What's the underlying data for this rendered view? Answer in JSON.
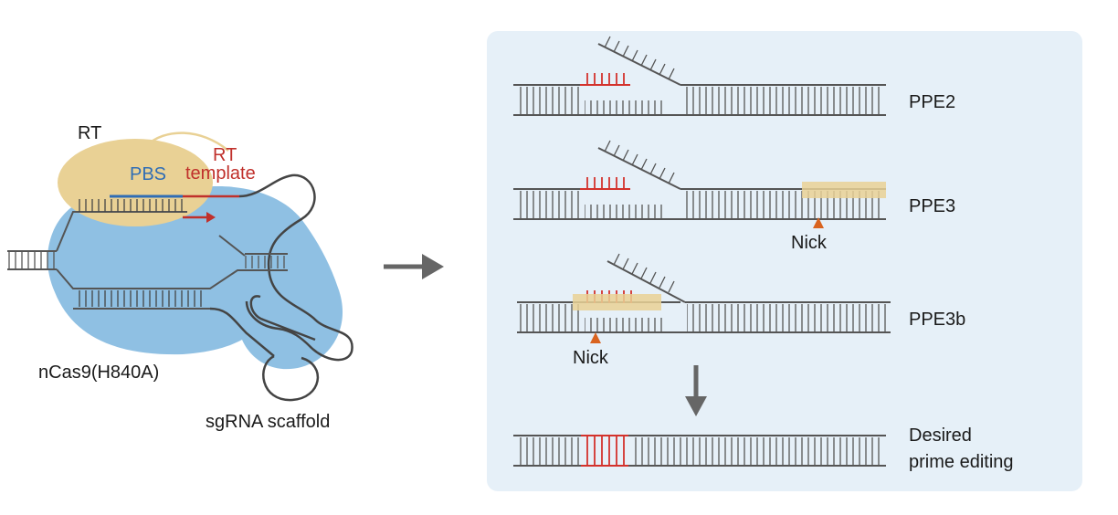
{
  "left_panel": {
    "rt_label": "RT",
    "pbs_label": "PBS",
    "rt_template_line1": "RT",
    "rt_template_line2": "template",
    "ncas9_label": "nCas9(H840A)",
    "sgrna_label": "sgRNA scaffold"
  },
  "right_panel": {
    "rows": [
      {
        "label": "PPE2"
      },
      {
        "label": "PPE3",
        "nick_label": "Nick"
      },
      {
        "label": "PPE3b",
        "nick_label": "Nick"
      }
    ],
    "result_line1": "Desired",
    "result_line2": "prime editing"
  },
  "colors": {
    "panel_bg": "#e6f0f8",
    "protein_blue": "#8fc0e3",
    "rt_yellow": "#e9d195",
    "strand_gray": "#555555",
    "edit_red": "#d3322c",
    "pbs_blue": "#2f6db5",
    "nick_orange": "#d9631f",
    "arrow_gray": "#666666"
  }
}
